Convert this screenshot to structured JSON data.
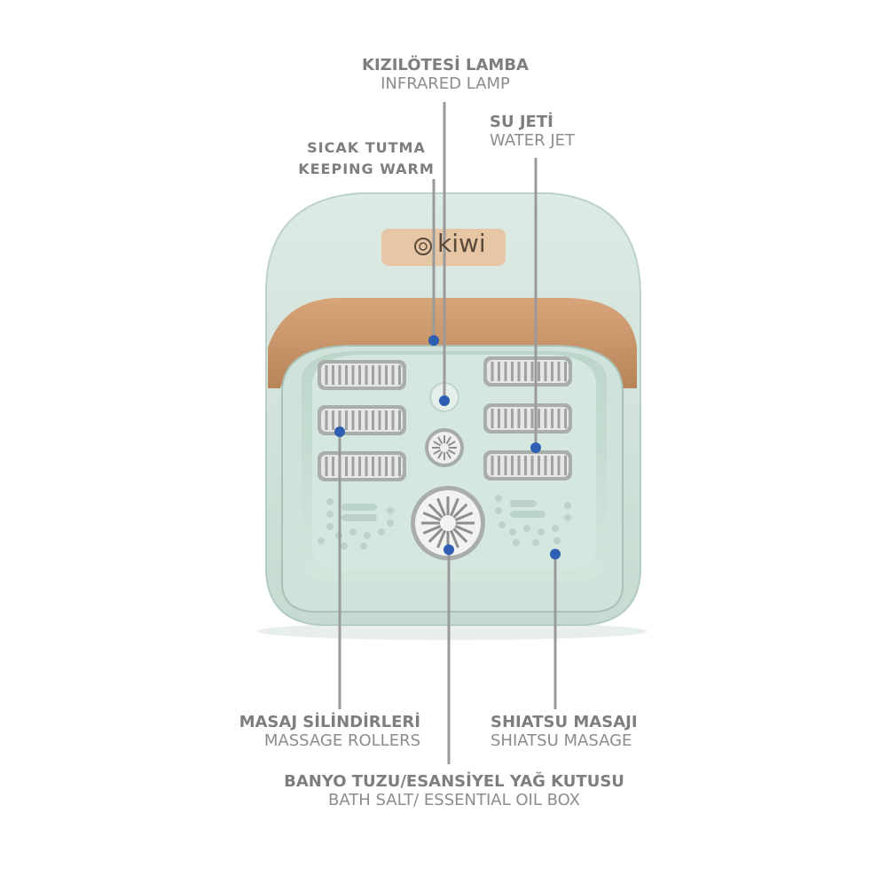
{
  "callouts": {
    "infrared_lamp": {
      "tr": "KIZILÖTESİ LAMBA",
      "en": "INFRARED LAMP"
    },
    "keeping_warm": {
      "tr": "SICAK TUTMA",
      "en": "KEEPING WARM"
    },
    "water_jet": {
      "tr": "SU JETİ",
      "en": "WATER JET"
    },
    "massage_rollers": {
      "tr": "MASAJ SİLİNDİRLERİ",
      "en": "MASSAGE ROLLERS"
    },
    "shiatsu": {
      "tr": "SHIATSU MASAJI",
      "en": "SHIATSU MASAGE"
    },
    "salt_box": {
      "tr": "BANYO TUZU/ESANSİYEL YAĞ KUTUSU",
      "en": "BATH SALT/ ESSENTIAL OIL BOX"
    }
  },
  "brand": {
    "name": "kiwi"
  },
  "colors": {
    "body": "#d5e7df",
    "body_shade": "#c3d9cf",
    "copper": "#c9956a",
    "badge": "#e7c9ab",
    "roller": "#b9b9b9",
    "dot": "#2f5fb3",
    "line": "#9a9a9a"
  },
  "icons": [
    "kiwi-logo-icon"
  ]
}
